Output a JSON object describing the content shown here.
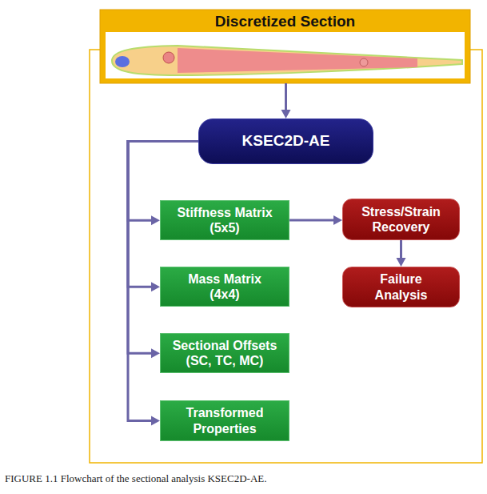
{
  "diagram": {
    "caption": "FIGURE 1.1 Flowchart of the sectional analysis KSEC2D-AE.",
    "nodes": [
      {
        "text": [
          "Discretized Section"
        ]
      },
      {
        "text": [
          "KSEC2D-AE"
        ]
      },
      {
        "text": [
          "Stiffness Matrix (5x5)"
        ]
      },
      {
        "text": [
          "Mass Matrix (4x4)"
        ]
      },
      {
        "text": [
          "Sectional Offsets (SC, TC, MC)"
        ]
      },
      {
        "text": [
          "Transformed Properties"
        ]
      },
      {
        "text": [
          "Stress/Strain Recovery"
        ]
      },
      {
        "text": [
          "Failure Analysis"
        ]
      }
    ],
    "edges": [
      {
        "from": 0,
        "to": 1,
        "arrow": "to"
      },
      {
        "from": 1,
        "to": 2,
        "arrow": "to"
      },
      {
        "from": 1,
        "to": 3,
        "arrow": "to"
      },
      {
        "from": 1,
        "to": 4,
        "arrow": "to"
      },
      {
        "from": 1,
        "to": 5,
        "arrow": "to"
      },
      {
        "from": 2,
        "to": 6,
        "arrow": "to"
      },
      {
        "from": 6,
        "to": 7,
        "arrow": "to"
      }
    ]
  }
}
